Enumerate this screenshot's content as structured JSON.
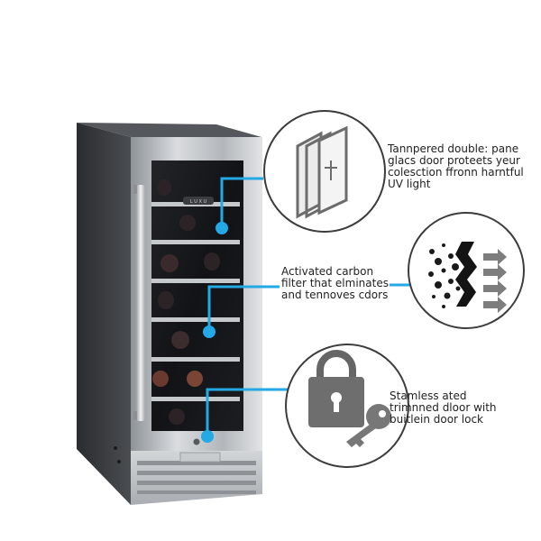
{
  "colors": {
    "accent": "#23a9e6",
    "steel": "#b8bcc0",
    "cabinet": "#3c3e41",
    "glass": "#17181b",
    "icon_gray": "#6e6e6e",
    "filter_arrow": "#7d7d7d"
  },
  "callouts": [
    {
      "id": "glass",
      "icon": "double-pane-glass-icon",
      "lines": [
        "Tannpered double: pane",
        "glacs door proteets yeur",
        "colesction ffronn harntful",
        "UV light"
      ]
    },
    {
      "id": "filter",
      "icon": "carbon-filter-icon",
      "lines": [
        "Activated carbon",
        "filter that elminates",
        "and tennoves cdors"
      ]
    },
    {
      "id": "lock",
      "icon": "padlock-key-icon",
      "lines": [
        "Stamless ated",
        "trimnned dloor with",
        "buitlein door lock"
      ]
    }
  ],
  "product": {
    "name": "wine-cooler",
    "badge": "L U X U"
  }
}
